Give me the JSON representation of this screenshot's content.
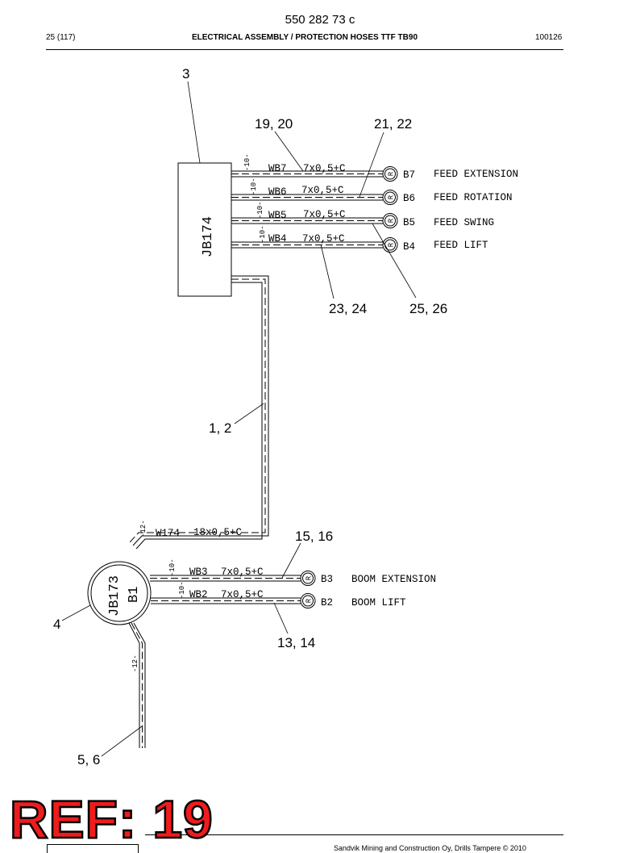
{
  "header": {
    "doc_no": "550 282 73 c",
    "page": "25 (117)",
    "title": "ELECTRICAL ASSEMBLY / PROTECTION HOSES TTF TB90",
    "date": "100126"
  },
  "callouts": {
    "c3": "3",
    "c19_20": "19, 20",
    "c21_22": "21, 22",
    "c23_24": "23, 24",
    "c25_26": "25, 26",
    "c1_2": "1, 2",
    "c15_16": "15, 16",
    "c4": "4",
    "c13_14": "13, 14",
    "c5_6": "5, 6"
  },
  "boxes": {
    "jb174": "JB174",
    "jb173": "JB173",
    "b1": "B1"
  },
  "cables": {
    "wb7": "WB7",
    "wb6": "WB6",
    "wb5": "WB5",
    "wb4": "WB4",
    "wb3": "WB3",
    "wb2": "WB2",
    "w174": "W174",
    "spec7": "7x0,5+C",
    "spec18": "18x0,5+C",
    "hose10": "-10-",
    "hose12": "-12-"
  },
  "sensors": {
    "r": "R",
    "b7": "B7",
    "b6": "B6",
    "b5": "B5",
    "b4": "B4",
    "b3": "B3",
    "b2": "B2"
  },
  "functions": {
    "feed_extension": "FEED EXTENSION",
    "feed_rotation": "FEED ROTATION",
    "feed_swing": "FEED SWING",
    "feed_lift": "FEED LIFT",
    "boom_extension": "BOOM EXTENSION",
    "boom_lift": "BOOM LIFT"
  },
  "stamp": {
    "ref": "REF: 19"
  },
  "footer": {
    "copyright": "Sandvik Mining and Construction Oy, Drills Tampere © 2010"
  }
}
